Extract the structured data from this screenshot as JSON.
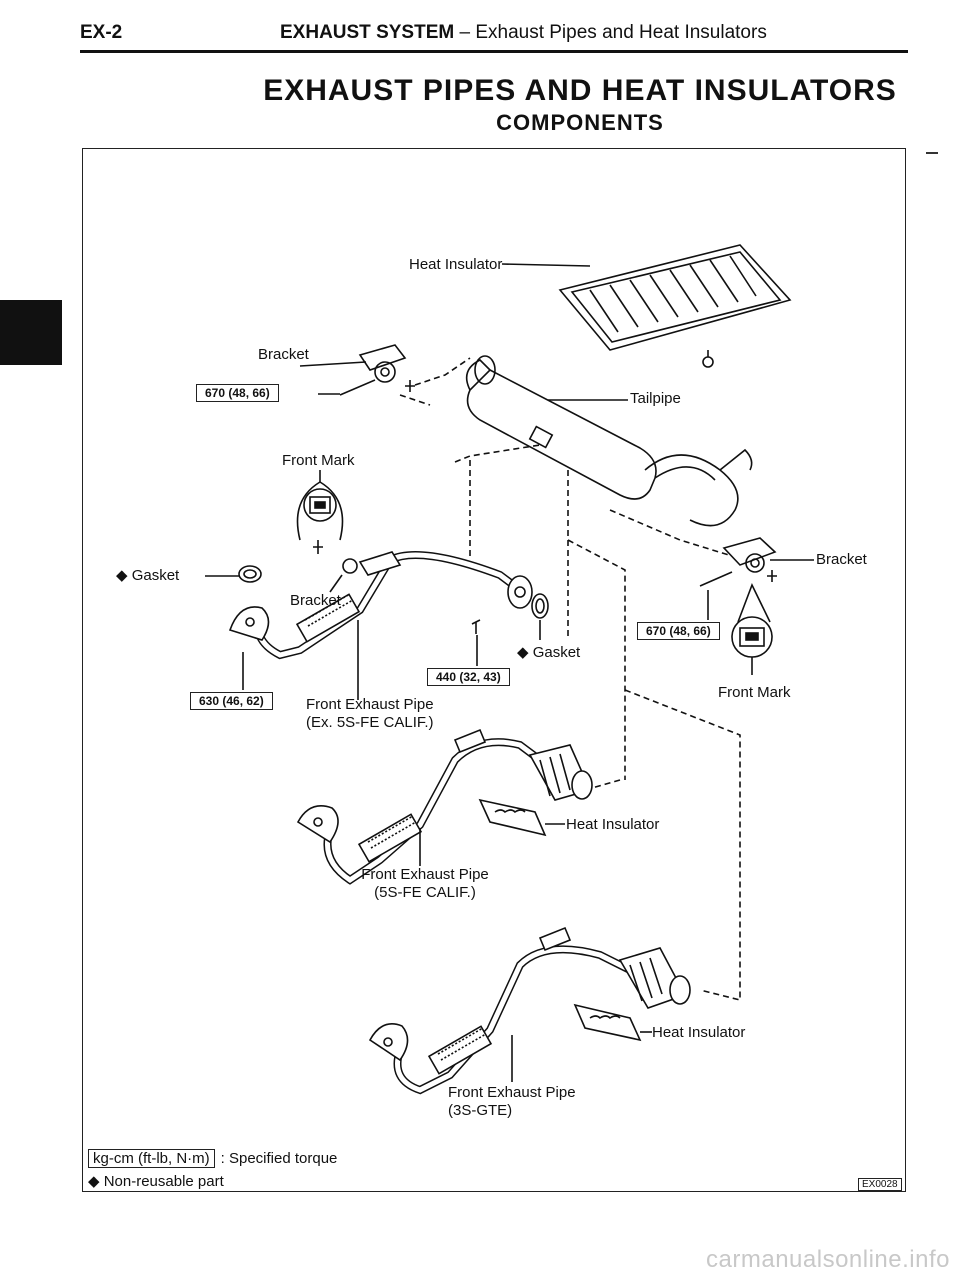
{
  "header": {
    "page_number": "EX-2",
    "section_bold": "EXHAUST SYSTEM",
    "section_rest": " – Exhaust Pipes and Heat Insulators"
  },
  "title": "EXHAUST PIPES AND HEAT INSULATORS",
  "subtitle": "COMPONENTS",
  "labels": {
    "heat_insulator_top": "Heat Insulator",
    "bracket_top": "Bracket",
    "tailpipe": "Tailpipe",
    "front_mark_left": "Front Mark",
    "gasket_left": "◆ Gasket",
    "bracket_mid": "Bracket",
    "bracket_right": "Bracket",
    "gasket_mid": "◆ Gasket",
    "front_mark_right": "Front Mark",
    "pipe1_line1": "Front Exhaust Pipe",
    "pipe1_line2": "(Ex. 5S-FE CALIF.)",
    "heat_insulator_mid": "Heat Insulator",
    "pipe2_line1": "Front Exhaust Pipe",
    "pipe2_line2": "(5S-FE CALIF.)",
    "heat_insulator_bot": "Heat Insulator",
    "pipe3_line1": "Front Exhaust Pipe",
    "pipe3_line2": "(3S-GTE)"
  },
  "torques": {
    "t_top_left": "670 (48, 66)",
    "t_right": "670 (48, 66)",
    "t_mid": "440 (32, 43)",
    "t_left": "630 (46, 62)"
  },
  "legend": {
    "torque_box": "kg-cm (ft-lb, N·m)",
    "torque_text": ": Specified torque",
    "nonreusable": "◆ Non-reusable part"
  },
  "figure_code": "EX0028",
  "watermark": "carmanualsonline.info"
}
